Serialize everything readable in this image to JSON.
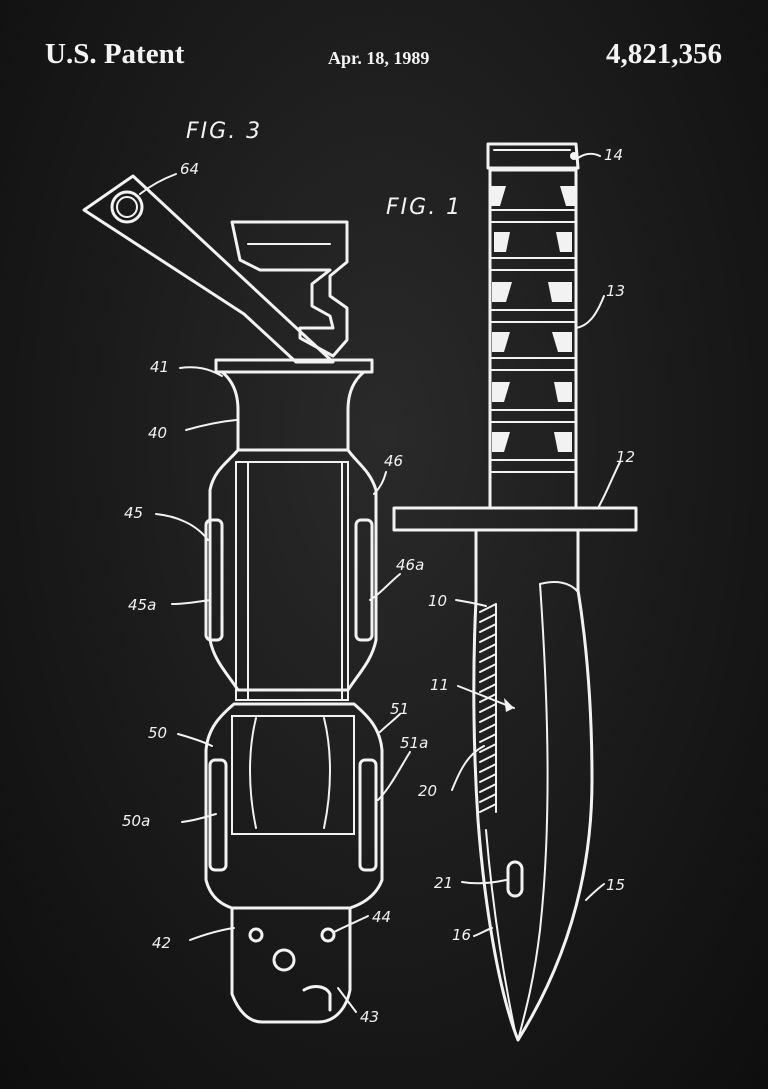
{
  "header": {
    "left": "U.S. Patent",
    "date": "Apr. 18, 1989",
    "patent_number": "4,821,356"
  },
  "figures": {
    "fig3": "FIG. 3",
    "fig1": "FIG. 1"
  },
  "labels": {
    "n64": "64",
    "n41": "41",
    "n40": "40",
    "n46": "46",
    "n45": "45",
    "n46a": "46a",
    "n45a": "45a",
    "n51": "51",
    "n50": "50",
    "n51a": "51a",
    "n50a": "50a",
    "n44": "44",
    "n42": "42",
    "n43": "43",
    "n14": "14",
    "n13": "13",
    "n12": "12",
    "n10": "10",
    "n11": "11",
    "n20": "20",
    "n21": "21",
    "n15": "15",
    "n16": "16"
  }
}
